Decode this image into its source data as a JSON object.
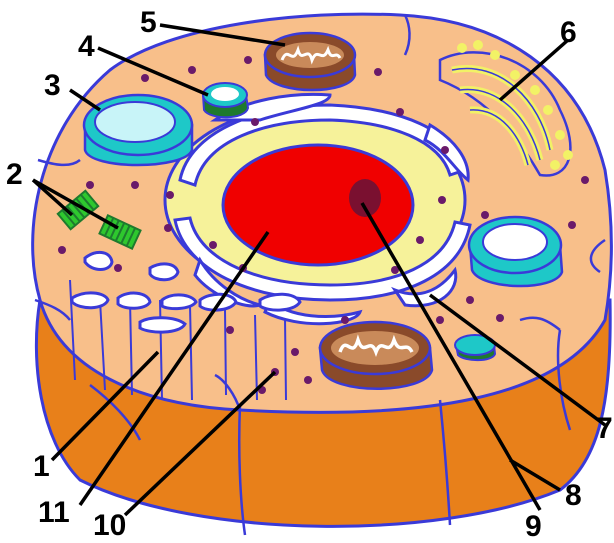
{
  "colors": {
    "background": "#ffffff",
    "cytoplasm": "#f8bf8a",
    "membrane_wall": "#e8801a",
    "outline": "#3a3ad8",
    "nucleus": "#f00000",
    "nucleolus": "#7a1030",
    "endoplasmic_reticulum": "#ffffff",
    "er_fill_yellow": "#f6f29a",
    "mitochondrion": "#8a4a2a",
    "mitochondrion_cristae": "#c98a5a",
    "vacuole": "#1ec8c8",
    "vesicle_dark": "#1e7a2e",
    "centriole": "#2ec82e",
    "golgi": "#f2f266",
    "ribosome": "#6a1a6a",
    "label_text": "#000000"
  },
  "labels": {
    "l1": "1",
    "l2": "2",
    "l3": "3",
    "l4": "4",
    "l5": "5",
    "l6": "6",
    "l7": "7",
    "l8": "8",
    "l9": "9",
    "l10": "10",
    "l11": "11"
  }
}
